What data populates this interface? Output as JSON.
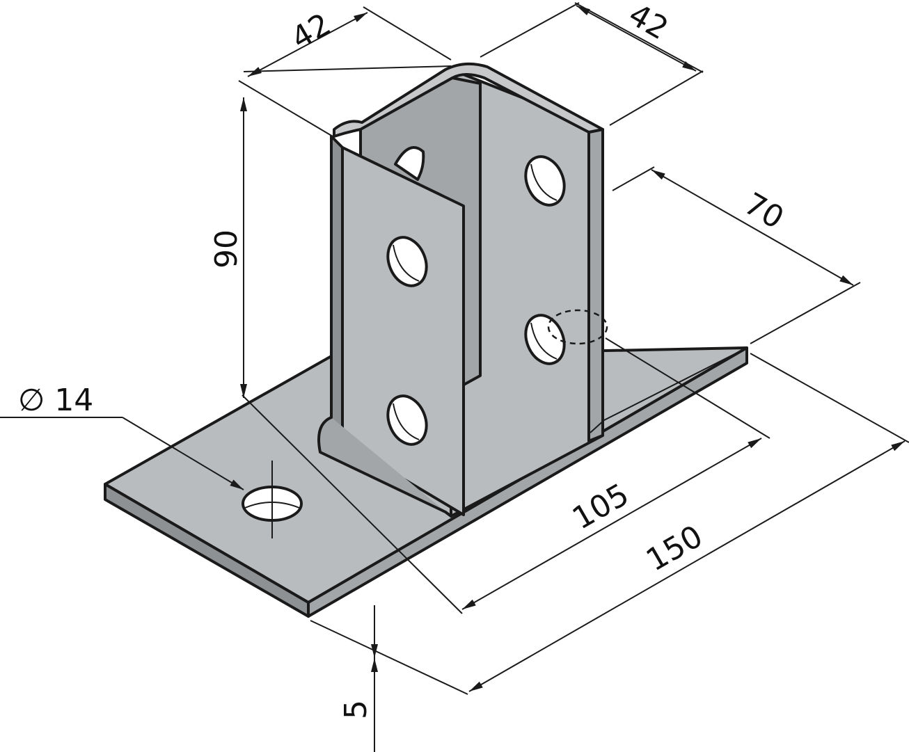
{
  "colors": {
    "steel_face": "#b9bcbe",
    "steel_dark": "#a3a6a8",
    "steel_edge": "#8e9194",
    "hole": "#ffffff",
    "line": "#1a1a1a"
  },
  "dimensions": {
    "hole_diameter": "∅ 14",
    "channel_width_left": "42",
    "channel_width_right": "42",
    "height": "90",
    "base_depth": "70",
    "post_length": "105",
    "base_length": "150",
    "plate_thickness": "5"
  }
}
